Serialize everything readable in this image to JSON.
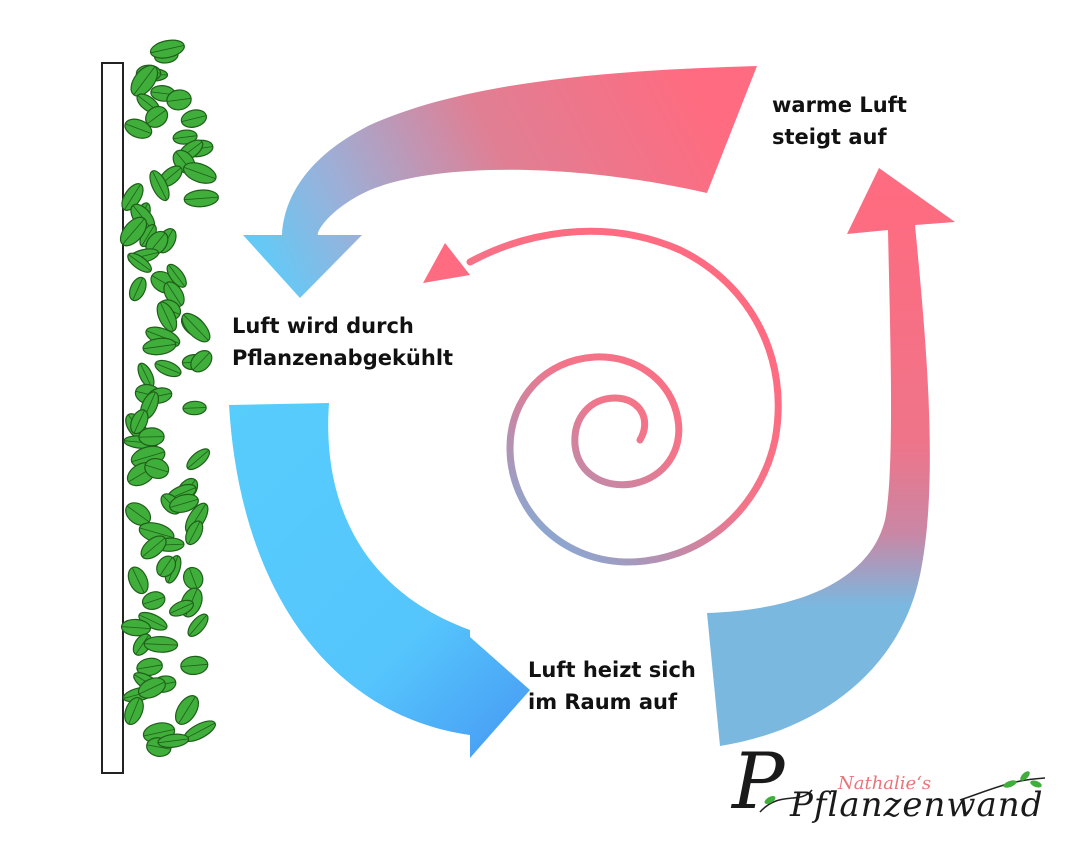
{
  "labels": {
    "warm": "warme Luft\nsteigt auf",
    "cool": "Luft wird durch\nPflanzenabgekühlt",
    "heat": "Luft heizt sich\nim Raum auf"
  },
  "logo": {
    "subtitle": "Nathalie‘s",
    "title": "Pflanzenwand"
  },
  "colors": {
    "warm": "#ff6b80",
    "cool": "#57cdfc",
    "deep_blue": "#4aa3f5",
    "muted_blue": "#7ab8e0",
    "leaf": "#3fae3a",
    "leaf_dark": "#1f5f1a"
  }
}
